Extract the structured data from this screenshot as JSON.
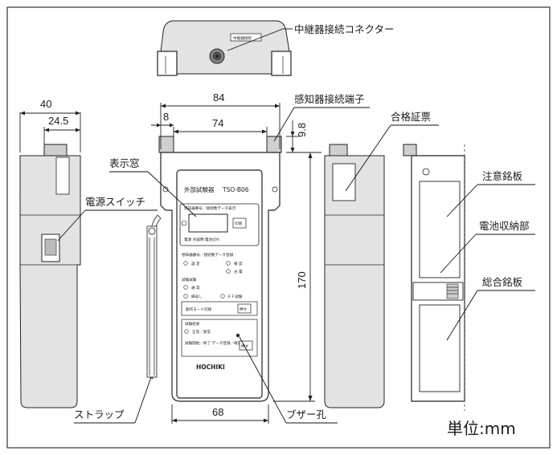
{
  "labels": {
    "relay_connector": "中継器接続コネクター",
    "sensor_terminal": "感知器接続端子",
    "display_window": "表示窓",
    "inspection_certificate": "合格証票",
    "power_switch": "電源スイッチ",
    "caution_plate": "注意銘板",
    "battery_compartment": "電池収納部",
    "general_plate": "総合銘板",
    "strap": "ストラップ",
    "buzzer_hole": "ブザー孔"
  },
  "dimensions": {
    "side_width": "40",
    "side_inner": "24.5",
    "front_width": "84",
    "front_inner": "74",
    "front_offset": "8",
    "top_height": "9.8",
    "body_height": "170",
    "bottom_width": "68"
  },
  "unit_label": "単位:mm",
  "panel": {
    "title": "外部試験器",
    "model": "TSO-B06",
    "display_caption": "感知器番号／接続数データ表示",
    "switch_btn": "切替",
    "led_line": "電源 点滅時:電池切れ",
    "record_header": "感知器番号／接続数データ登録",
    "setting": "設 定",
    "confirm": "確 認",
    "light": "光 電",
    "test_header": "試験試験",
    "normal": "通 常",
    "repeat": "繰返し",
    "ef": "ＥＦ試験",
    "mode_btn_label": "動作モード切替",
    "push": "押す",
    "result_header": "試験結果",
    "result_line": "正常／異常",
    "start_label": "試験開始／終了 データ登録／確認",
    "brand": "HOCHIKI",
    "connector_tag": "中継器接続"
  }
}
